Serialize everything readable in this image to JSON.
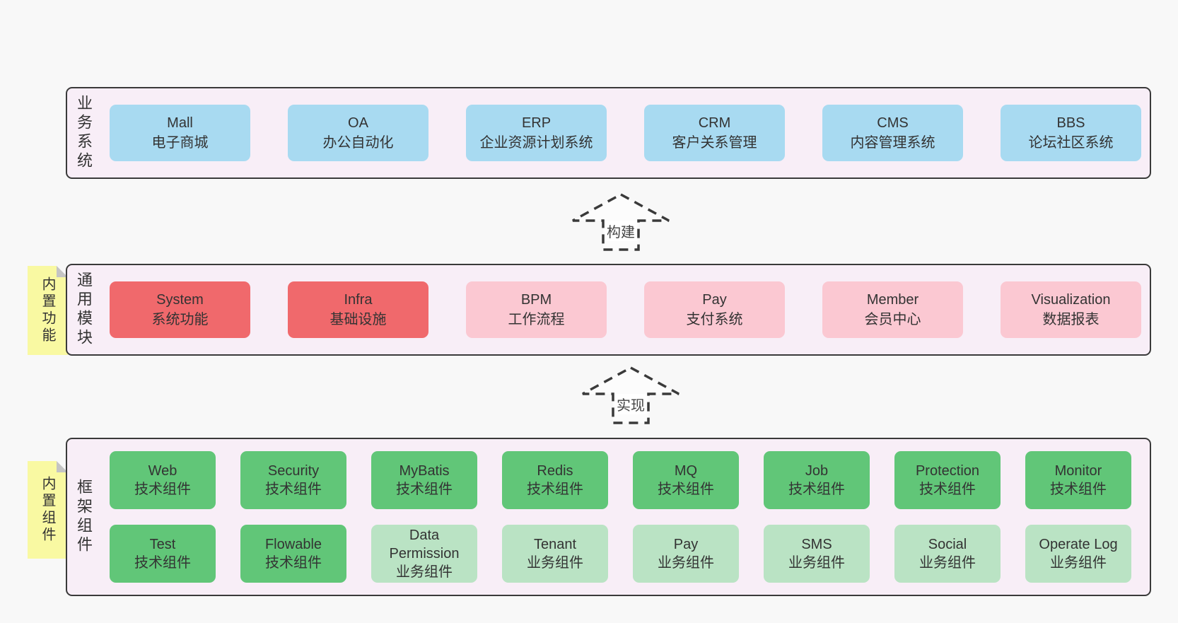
{
  "colors": {
    "page_bg": "#f8f8f8",
    "panel_bg": "#f8eef7",
    "panel_border": "#3a3a3a",
    "blue": "#a8daf1",
    "red": "#f0696c",
    "pink": "#fbc8d2",
    "green": "#61c678",
    "light_green": "#bae3c4",
    "note_yellow": "#f9f9a2",
    "note_fold": "#c4c4c4",
    "arrow_stroke": "#3a3a3a",
    "arrow_fill": "#fcfcfc",
    "text": "#333333"
  },
  "arrows": [
    {
      "label": "构建"
    },
    {
      "label": "实现"
    }
  ],
  "panels": [
    {
      "label": "业务系统",
      "boxes": [
        {
          "name": "Mall",
          "desc": "电子商城",
          "type": "blue"
        },
        {
          "name": "OA",
          "desc": "办公自动化",
          "type": "blue"
        },
        {
          "name": "ERP",
          "desc": "企业资源计划系统",
          "type": "blue"
        },
        {
          "name": "CRM",
          "desc": "客户关系管理",
          "type": "blue"
        },
        {
          "name": "CMS",
          "desc": "内容管理系统",
          "type": "blue"
        },
        {
          "name": "BBS",
          "desc": "论坛社区系统",
          "type": "blue"
        }
      ]
    },
    {
      "label": "通用模块",
      "note": "内置功能",
      "boxes": [
        {
          "name": "System",
          "desc": "系统功能",
          "type": "red"
        },
        {
          "name": "Infra",
          "desc": "基础设施",
          "type": "red"
        },
        {
          "name": "BPM",
          "desc": "工作流程",
          "type": "pink"
        },
        {
          "name": "Pay",
          "desc": "支付系统",
          "type": "pink"
        },
        {
          "name": "Member",
          "desc": "会员中心",
          "type": "pink"
        },
        {
          "name": "Visualization",
          "desc": "数据报表",
          "type": "pink"
        }
      ]
    },
    {
      "label": "框架组件",
      "note": "内置组件",
      "rows": [
        [
          {
            "name": "Web",
            "desc": "技术组件",
            "type": "green"
          },
          {
            "name": "Security",
            "desc": "技术组件",
            "type": "green"
          },
          {
            "name": "MyBatis",
            "desc": "技术组件",
            "type": "green"
          },
          {
            "name": "Redis",
            "desc": "技术组件",
            "type": "green"
          },
          {
            "name": "MQ",
            "desc": "技术组件",
            "type": "green"
          },
          {
            "name": "Job",
            "desc": "技术组件",
            "type": "green"
          },
          {
            "name": "Protection",
            "desc": "技术组件",
            "type": "green"
          },
          {
            "name": "Monitor",
            "desc": "技术组件",
            "type": "green"
          }
        ],
        [
          {
            "name": "Test",
            "desc": "技术组件",
            "type": "green"
          },
          {
            "name": "Flowable",
            "desc": "技术组件",
            "type": "green"
          },
          {
            "name": "Data Permission",
            "desc": "业务组件",
            "type": "light_green"
          },
          {
            "name": "Tenant",
            "desc": "业务组件",
            "type": "light_green"
          },
          {
            "name": "Pay",
            "desc": "业务组件",
            "type": "light_green"
          },
          {
            "name": "SMS",
            "desc": "业务组件",
            "type": "light_green"
          },
          {
            "name": "Social",
            "desc": "业务组件",
            "type": "light_green"
          },
          {
            "name": "Operate Log",
            "desc": "业务组件",
            "type": "light_green"
          }
        ]
      ]
    }
  ]
}
